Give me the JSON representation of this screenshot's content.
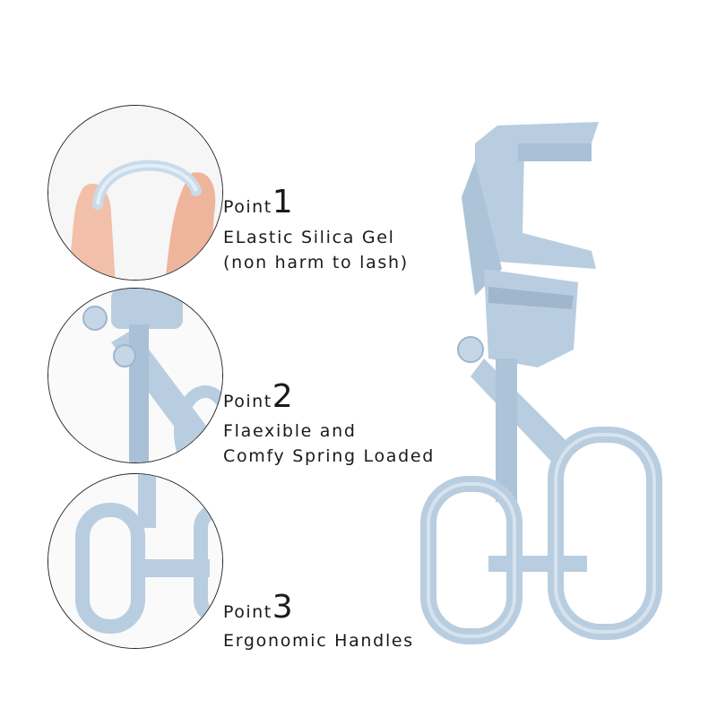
{
  "colors": {
    "product": "#b9cde0",
    "product_shade": "#9fb6cc",
    "skin": "#f0b8a0"
  },
  "points": [
    {
      "label": "Point",
      "number": "1",
      "lines": [
        "ELastic Silica Gel",
        "(non harm to lash)"
      ]
    },
    {
      "label": "Point",
      "number": "2",
      "lines": [
        "Flaexible and",
        "Comfy Spring Loaded"
      ]
    },
    {
      "label": "Point",
      "number": "3",
      "lines": [
        "Ergonomic Handles"
      ]
    }
  ]
}
